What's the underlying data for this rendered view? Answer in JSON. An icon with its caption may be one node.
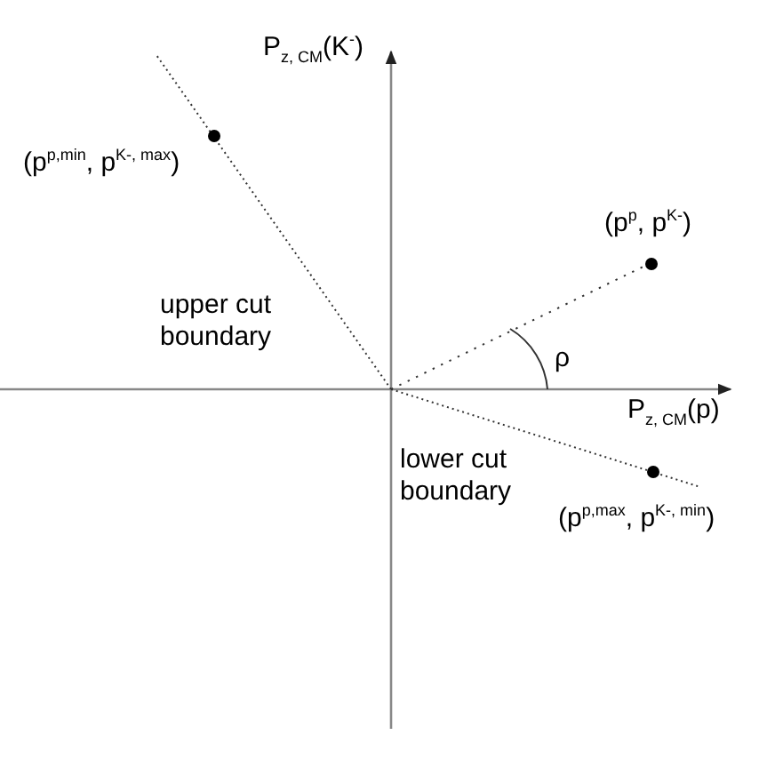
{
  "diagram": {
    "nodes": [
      {
        "text": [],
        "shape": "circle",
        "beside": [
          "(p$^{p,min}$, p$^{K-, max}$)"
        ]
      },
      {
        "text": [],
        "shape": "circle",
        "beside": [
          "(p$^{p}$, p$^{K-}$)"
        ]
      },
      {
        "text": [],
        "shape": "circle",
        "beside": [
          "(p$^{p,max}$, p$^{K-, min}$)"
        ]
      }
    ],
    "edges": [],
    "labels": [
      "P$_{z, CM}$(K$^{-}$)",
      "upper cut boundary",
      "ρ",
      "P$_{z, CM}$(p)",
      "lower cut boundary"
    ]
  }
}
